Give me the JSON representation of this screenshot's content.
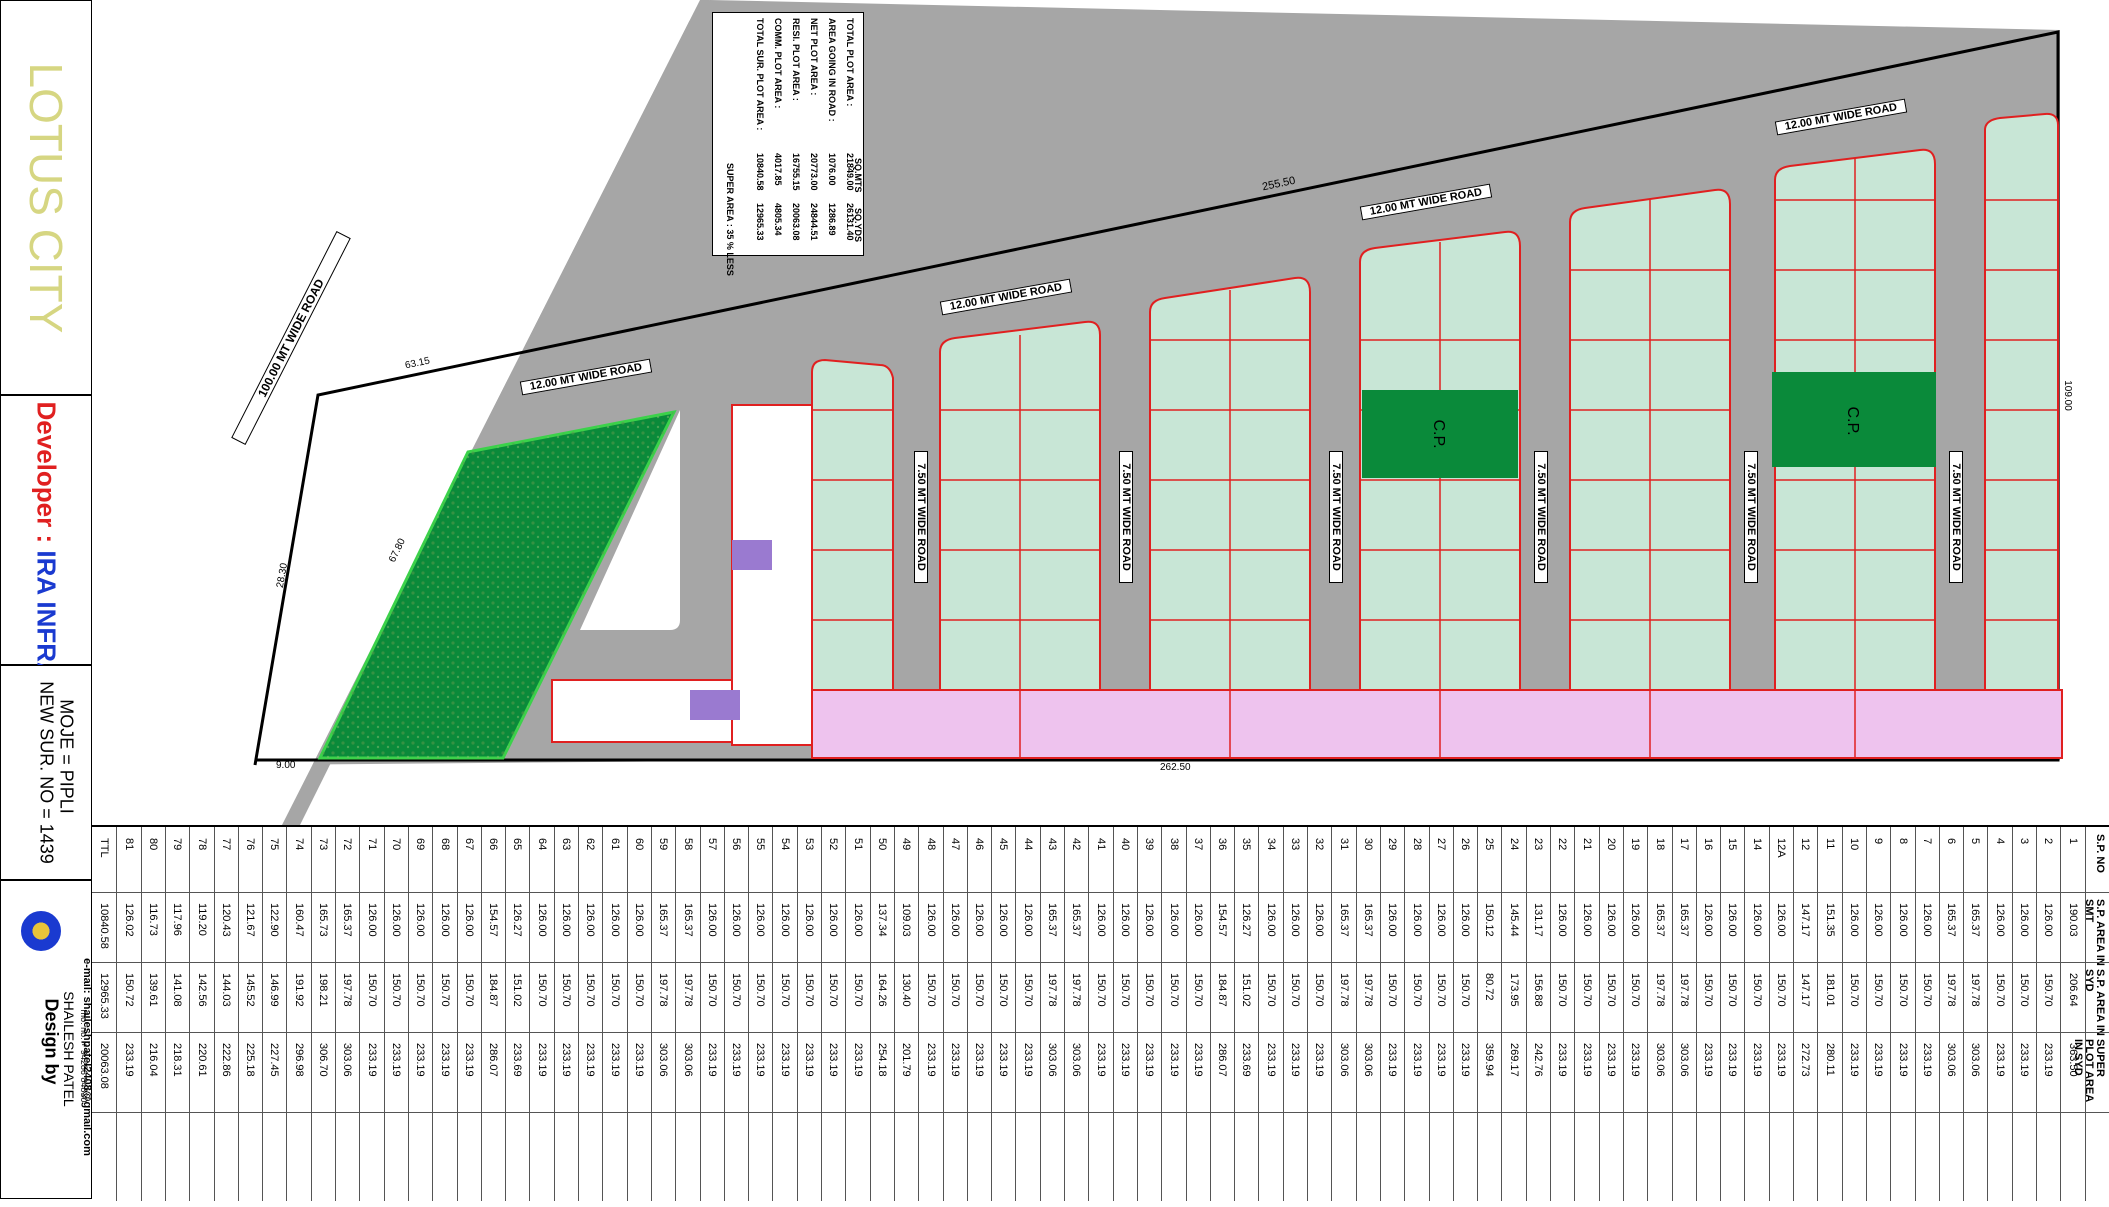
{
  "project": {
    "name": "LOTUS CITY",
    "developer_label": "Developer :",
    "developer_name": "IRA INFRA",
    "moje": "MOJE = PIPLI",
    "new_sur_no": "NEW SUR. NO = 1439",
    "design_by": "Design by",
    "designer": "SHAILESH PATEL",
    "designer_phone": "mo. no. + 94286 84830",
    "designer_email": "e-mail: shaileshpatel2408@gmail.com"
  },
  "area_summary": {
    "headers": [
      "",
      "SQ.MTS",
      "SQ.YDS"
    ],
    "rows": [
      [
        "TOTAL PLOT AREA :",
        "21849.00",
        "26131.40"
      ],
      [
        "AREA GOING IN ROAD :",
        "1076.00",
        "1286.89"
      ],
      [
        "NET PLOT AREA :",
        "20773.00",
        "24844.51"
      ],
      [
        "RESI. PLOT AREA :",
        "16755.15",
        "20063.08"
      ],
      [
        "COMM. PLOT AREA :",
        "4017.85",
        "4805.34"
      ],
      [
        "TOTAL SUR. PLOT AREA :",
        "10840.58",
        "12965.33"
      ]
    ],
    "super_area_note": "SUPER AREA : 35 % LESS"
  },
  "roads": {
    "main": "100.00 MT WIDE ROAD",
    "wide12": "12.00 MT WIDE ROAD",
    "wide750": "7.50 MT WIDE ROAD"
  },
  "boundary_dims": {
    "top": "255.50",
    "left_top": "63.15",
    "left": "28.30",
    "garden_diag": "67.80",
    "bottom_left": "9.00",
    "bottom": "262.50",
    "right": "109.00"
  },
  "labels": {
    "cp": "C.P."
  },
  "plot_table": {
    "headers": [
      "S.P. NO",
      "S.P. AREA IN SMT",
      "S.P. AREA IN SYD",
      "SUPER PLOT AREA IN SYD"
    ],
    "rows": [
      [
        "1",
        "190.03",
        "206.64",
        "363.50"
      ],
      [
        "2",
        "126.00",
        "150.70",
        "233.19"
      ],
      [
        "3",
        "126.00",
        "150.70",
        "233.19"
      ],
      [
        "4",
        "126.00",
        "150.70",
        "233.19"
      ],
      [
        "5",
        "165.37",
        "197.78",
        "303.06"
      ],
      [
        "6",
        "165.37",
        "197.78",
        "303.06"
      ],
      [
        "7",
        "126.00",
        "150.70",
        "233.19"
      ],
      [
        "8",
        "126.00",
        "150.70",
        "233.19"
      ],
      [
        "9",
        "126.00",
        "150.70",
        "233.19"
      ],
      [
        "10",
        "126.00",
        "150.70",
        "233.19"
      ],
      [
        "11",
        "151.35",
        "181.01",
        "280.11"
      ],
      [
        "12",
        "147.17",
        "147.17",
        "272.73"
      ],
      [
        "12A",
        "126.00",
        "150.70",
        "233.19"
      ],
      [
        "14",
        "126.00",
        "150.70",
        "233.19"
      ],
      [
        "15",
        "126.00",
        "150.70",
        "233.19"
      ],
      [
        "16",
        "126.00",
        "150.70",
        "233.19"
      ],
      [
        "17",
        "165.37",
        "197.78",
        "303.06"
      ],
      [
        "18",
        "165.37",
        "197.78",
        "303.06"
      ],
      [
        "19",
        "126.00",
        "150.70",
        "233.19"
      ],
      [
        "20",
        "126.00",
        "150.70",
        "233.19"
      ],
      [
        "21",
        "126.00",
        "150.70",
        "233.19"
      ],
      [
        "22",
        "126.00",
        "150.70",
        "233.19"
      ],
      [
        "23",
        "131.17",
        "156.88",
        "242.76"
      ],
      [
        "24",
        "145.44",
        "173.95",
        "269.17"
      ],
      [
        "25",
        "150.12",
        "80.72",
        "359.94"
      ],
      [
        "26",
        "126.00",
        "150.70",
        "233.19"
      ],
      [
        "27",
        "126.00",
        "150.70",
        "233.19"
      ],
      [
        "28",
        "126.00",
        "150.70",
        "233.19"
      ],
      [
        "29",
        "126.00",
        "150.70",
        "233.19"
      ],
      [
        "30",
        "165.37",
        "197.78",
        "303.06"
      ],
      [
        "31",
        "165.37",
        "197.78",
        "303.06"
      ],
      [
        "32",
        "126.00",
        "150.70",
        "233.19"
      ],
      [
        "33",
        "126.00",
        "150.70",
        "233.19"
      ],
      [
        "34",
        "126.00",
        "150.70",
        "233.19"
      ],
      [
        "35",
        "126.27",
        "151.02",
        "233.69"
      ],
      [
        "36",
        "154.57",
        "184.87",
        "286.07"
      ],
      [
        "37",
        "126.00",
        "150.70",
        "233.19"
      ],
      [
        "38",
        "126.00",
        "150.70",
        "233.19"
      ],
      [
        "39",
        "126.00",
        "150.70",
        "233.19"
      ],
      [
        "40",
        "126.00",
        "150.70",
        "233.19"
      ],
      [
        "41",
        "126.00",
        "150.70",
        "233.19"
      ],
      [
        "42",
        "165.37",
        "197.78",
        "303.06"
      ],
      [
        "43",
        "165.37",
        "197.78",
        "303.06"
      ],
      [
        "44",
        "126.00",
        "150.70",
        "233.19"
      ],
      [
        "45",
        "126.00",
        "150.70",
        "233.19"
      ],
      [
        "46",
        "126.00",
        "150.70",
        "233.19"
      ],
      [
        "47",
        "126.00",
        "150.70",
        "233.19"
      ],
      [
        "48",
        "126.00",
        "150.70",
        "233.19"
      ],
      [
        "49",
        "109.03",
        "130.40",
        "201.79"
      ],
      [
        "50",
        "137.34",
        "164.26",
        "254.18"
      ],
      [
        "51",
        "126.00",
        "150.70",
        "233.19"
      ],
      [
        "52",
        "126.00",
        "150.70",
        "233.19"
      ],
      [
        "53",
        "126.00",
        "150.70",
        "233.19"
      ],
      [
        "54",
        "126.00",
        "150.70",
        "233.19"
      ],
      [
        "55",
        "126.00",
        "150.70",
        "233.19"
      ],
      [
        "56",
        "126.00",
        "150.70",
        "233.19"
      ],
      [
        "57",
        "126.00",
        "150.70",
        "233.19"
      ],
      [
        "58",
        "165.37",
        "197.78",
        "303.06"
      ],
      [
        "59",
        "165.37",
        "197.78",
        "303.06"
      ],
      [
        "60",
        "126.00",
        "150.70",
        "233.19"
      ],
      [
        "61",
        "126.00",
        "150.70",
        "233.19"
      ],
      [
        "62",
        "126.00",
        "150.70",
        "233.19"
      ],
      [
        "63",
        "126.00",
        "150.70",
        "233.19"
      ],
      [
        "64",
        "126.00",
        "150.70",
        "233.19"
      ],
      [
        "65",
        "126.27",
        "151.02",
        "233.69"
      ],
      [
        "66",
        "154.57",
        "184.87",
        "286.07"
      ],
      [
        "67",
        "126.00",
        "150.70",
        "233.19"
      ],
      [
        "68",
        "126.00",
        "150.70",
        "233.19"
      ],
      [
        "69",
        "126.00",
        "150.70",
        "233.19"
      ],
      [
        "70",
        "126.00",
        "150.70",
        "233.19"
      ],
      [
        "71",
        "126.00",
        "150.70",
        "233.19"
      ],
      [
        "72",
        "165.37",
        "197.78",
        "303.06"
      ],
      [
        "73",
        "165.73",
        "198.21",
        "306.70"
      ],
      [
        "74",
        "160.47",
        "191.92",
        "296.98"
      ],
      [
        "75",
        "122.90",
        "146.99",
        "227.45"
      ],
      [
        "76",
        "121.67",
        "145.52",
        "225.18"
      ],
      [
        "77",
        "120.43",
        "144.03",
        "222.86"
      ],
      [
        "78",
        "119.20",
        "142.56",
        "220.61"
      ],
      [
        "79",
        "117.96",
        "141.08",
        "218.31"
      ],
      [
        "80",
        "116.73",
        "139.61",
        "216.04"
      ],
      [
        "81",
        "126.02",
        "150.72",
        "233.19"
      ],
      [
        "TTL",
        "10840.58",
        "12965.33",
        "20063.08"
      ]
    ]
  }
}
